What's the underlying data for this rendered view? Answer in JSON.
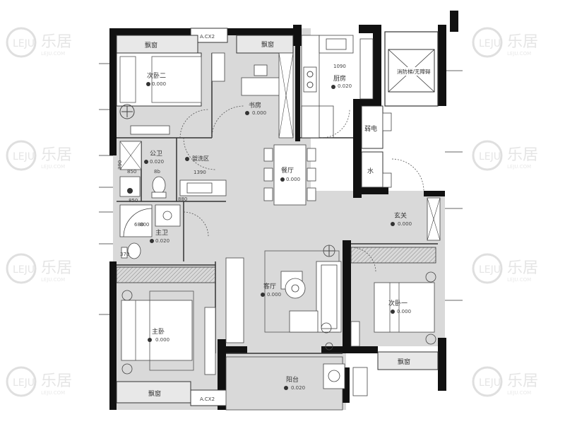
{
  "watermark": {
    "brand": "乐居",
    "sub": "LEJU.COM",
    "logo": "LEJU"
  },
  "rooms": {
    "bedroom2": {
      "name": "次卧二",
      "area": "0.000"
    },
    "bay_window_top_left": {
      "name": "飘窗"
    },
    "bay_window_top_mid": {
      "name": "飘窗"
    },
    "window_top": {
      "name": "A.CX2"
    },
    "study": {
      "name": "书房",
      "area": "0.000"
    },
    "kitchen": {
      "name": "厨房",
      "area": "0.020"
    },
    "kitchen_dim": {
      "name": "1090"
    },
    "elevator": {
      "name": "消防梯/无障碍"
    },
    "weak_power": {
      "name": "弱电"
    },
    "water": {
      "name": "水"
    },
    "public_bath": {
      "name": "公卫",
      "area": "0.020"
    },
    "washing": {
      "name": "盥洗区"
    },
    "dining": {
      "name": "餐厅",
      "area": "0.000"
    },
    "entrance": {
      "name": "玄关",
      "area": "0.000"
    },
    "master_bath": {
      "name": "主卫",
      "area": "0.020"
    },
    "living": {
      "name": "客厅",
      "area": "0.000"
    },
    "bedroom1": {
      "name": "次卧一",
      "area": "0.000"
    },
    "master_bed": {
      "name": "主卧",
      "area": "0.000"
    },
    "balcony": {
      "name": "阳台",
      "area": "0.020"
    },
    "bay_window_bottom_left": {
      "name": "飘窗"
    },
    "bay_window_bottom_right": {
      "name": "飘窗"
    },
    "window_bottom": {
      "name": "A.CX2"
    }
  },
  "dimensions": [
    "850",
    "850",
    "1390",
    "8b",
    "880",
    "800",
    "680",
    "390",
    "370"
  ]
}
